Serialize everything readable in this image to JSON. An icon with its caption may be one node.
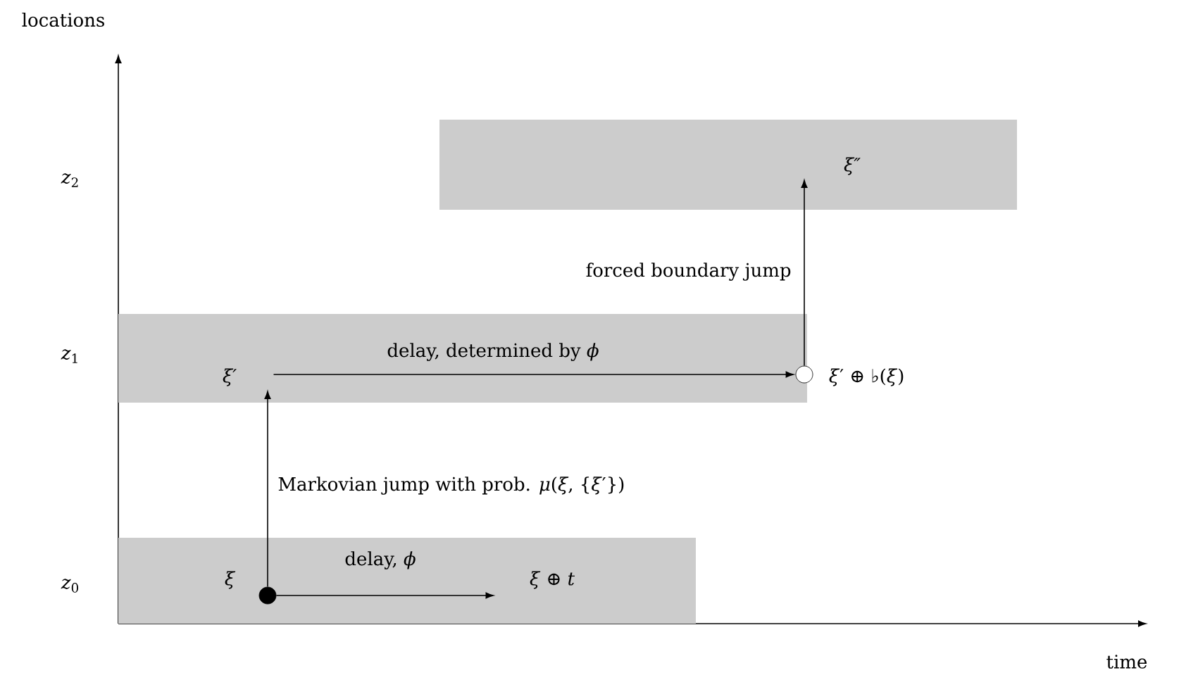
{
  "diagram": {
    "nodes": [
      {
        "text": [],
        "shape": "box"
      },
      {
        "text": [
          "ξ"
        ],
        "in": 0
      },
      {
        "text": [],
        "shape": "circle",
        "in": 0
      },
      {
        "text": [
          "*ξ* ⊕ *t*"
        ],
        "in": 0
      },
      {
        "text": [],
        "shape": "box"
      },
      {
        "text": [
          "ξ′"
        ],
        "in": 4
      },
      {
        "text": [],
        "shape": "circle",
        "in": 4,
        "beside": [
          "*ξ*′ ⊕ ♭(*ξ*)"
        ]
      },
      {
        "text": [],
        "shape": "box"
      },
      {
        "text": [
          "ξ″"
        ],
        "in": 7
      }
    ],
    "edges": [
      {
        "from": 2,
        "to": 3,
        "arrow": "to",
        "label": "delay, *ϕ*"
      },
      {
        "from": 2,
        "to": 5,
        "arrow": "to",
        "label": "Markovian jump with prob. *μ*(*ξ*, {*ξ*′})"
      },
      {
        "from": 5,
        "to": 6,
        "arrow": "to",
        "label": "delay, determined by *ϕ*"
      },
      {
        "from": 6,
        "to": 8,
        "arrow": "to",
        "label": "forced boundary jump"
      }
    ],
    "labels": [
      "locations",
      "*z*$_{2}$",
      "*z*$_{1}$",
      "*z*$_{0}$",
      "time"
    ]
  }
}
